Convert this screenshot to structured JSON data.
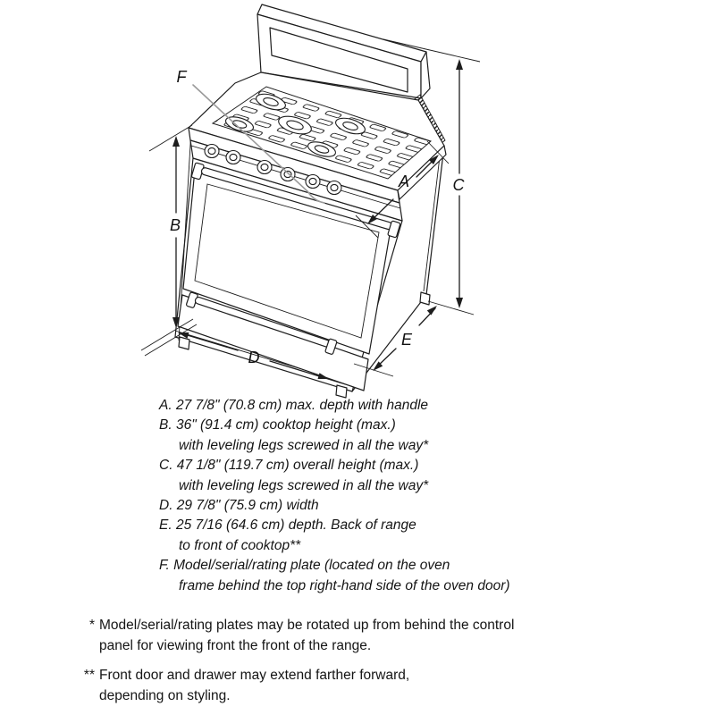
{
  "diagram": {
    "dim_labels": {
      "a": "A",
      "b": "B",
      "c": "C",
      "d": "D",
      "e": "E",
      "f": "F"
    }
  },
  "legend": {
    "items": [
      {
        "line1": "A. 27 7/8\" (70.8 cm) max. depth with handle"
      },
      {
        "line1": "B. 36\" (91.4 cm) cooktop height (max.)",
        "line2": "with leveling legs screwed in all the way*"
      },
      {
        "line1": "C. 47 1/8\" (119.7 cm) overall height (max.)",
        "line2": "with leveling legs screwed in all the way*"
      },
      {
        "line1": "D. 29 7/8\" (75.9 cm) width"
      },
      {
        "line1": "E. 25 7/16 (64.6 cm) depth. Back of range",
        "line2": "to front of cooktop**"
      },
      {
        "line1": "F. Model/serial/rating plate (located on the oven",
        "line2": "frame behind the top right-hand side of the oven door)"
      }
    ]
  },
  "footnotes": {
    "items": [
      {
        "marker": "*",
        "line1": "Model/serial/rating plates may be rotated up from behind the control",
        "line2": "panel for viewing front the front of the range."
      },
      {
        "marker": "**",
        "line1": "Front door and drawer may extend farther forward,",
        "line2": "depending on styling."
      }
    ]
  }
}
